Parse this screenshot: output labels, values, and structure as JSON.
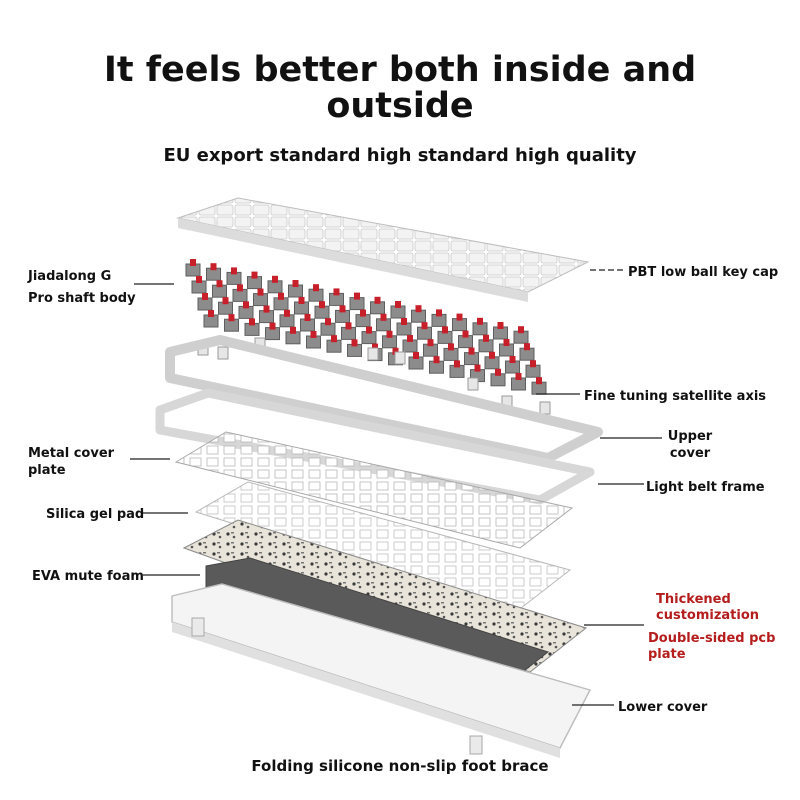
{
  "heading": {
    "line1": "It feels better both inside and",
    "line2": "outside",
    "subtitle": "EU export standard high standard high quality"
  },
  "labels": {
    "shaft_line1": "Jiadalong G",
    "shaft_line2": "Pro shaft body",
    "keycap": "PBT low ball key cap",
    "satellite": "Fine tuning satellite axis",
    "upper_cover_line1": "Upper",
    "upper_cover_line2": "cover",
    "metal_plate_line1": "Metal cover",
    "metal_plate_line2": "plate",
    "light_belt": "Light belt frame",
    "silica_pad": "Silica gel pad",
    "eva_foam": "EVA mute foam",
    "thickened_line1": "Thickened",
    "thickened_line2": "customization",
    "pcb_line1": "Double-sided pcb",
    "pcb_line2": "plate",
    "lower_cover": "Lower cover",
    "foot_brace": "Folding silicone non-slip foot brace"
  },
  "colors": {
    "text": "#111111",
    "accent_red": "#b51d1d",
    "switch_red": "#c8202a",
    "foam": "#5a5a5a"
  }
}
